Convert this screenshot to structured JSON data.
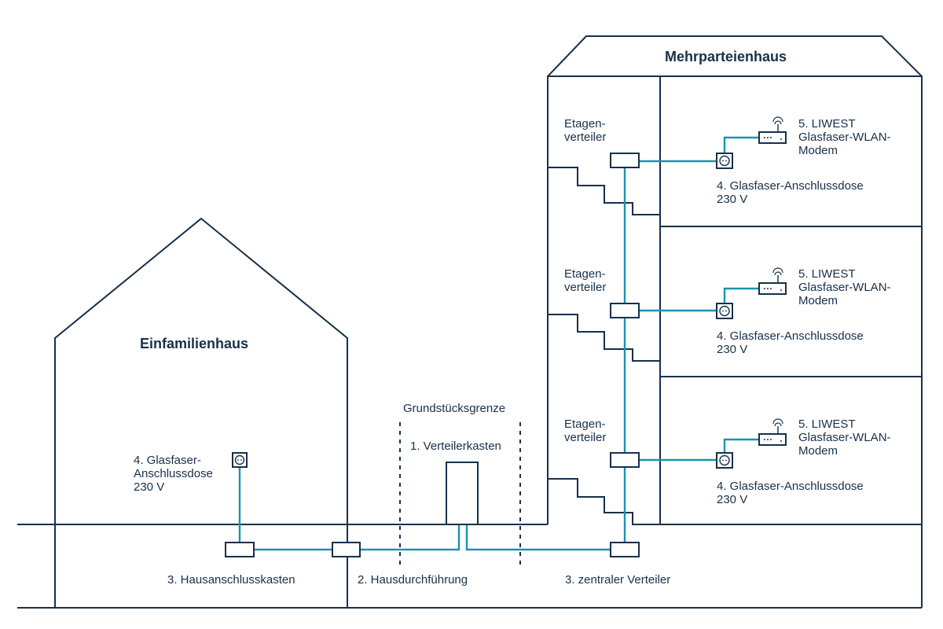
{
  "buildings": {
    "single_family": {
      "title": "Einfamilienhaus"
    },
    "multi_family": {
      "title": "Mehrparteienhaus"
    }
  },
  "labels": {
    "property_line": "Grundstücksgrenze",
    "distribution_box": "1. Verteilerkasten",
    "house_connection_box": "3. Hausanschlusskasten",
    "house_entry": "2. Hausdurchführung",
    "central_distributor": "3. zentraler Verteiler",
    "sf_outlet": "4. Glasfaser-\nAnschlussdose\n230 V"
  },
  "floors": [
    {
      "distributor": "Etagen-\nverteiler",
      "modem": "5. LIWEST\nGlasfaser-WLAN-\nModem",
      "outlet": "4. Glasfaser-Anschlussdose\n230 V"
    },
    {
      "distributor": "Etagen-\nverteiler",
      "modem": "5. LIWEST\nGlasfaser-WLAN-\nModem",
      "outlet": "4. Glasfaser-Anschlussdose\n230 V"
    },
    {
      "distributor": "Etagen-\nverteiler",
      "modem": "5. LIWEST\nGlasfaser-WLAN-\nModem",
      "outlet": "4. Glasfaser-Anschlussdose\n230 V"
    }
  ],
  "colors": {
    "line": "#17304a",
    "fiber": "#1a93b2"
  },
  "icons": {
    "outlet": "socket-icon",
    "modem": "router-icon"
  }
}
